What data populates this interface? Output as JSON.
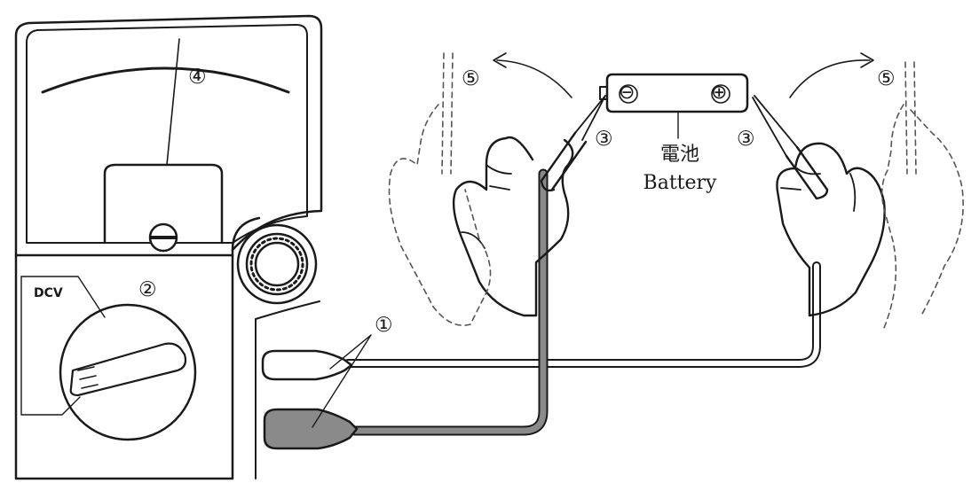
{
  "labels": {
    "range_label": "DCV",
    "probe_connectors": "①",
    "selector_knob": "②",
    "probe_tip_left": "③",
    "probe_tip_right": "③",
    "meter_needle": "④",
    "remove_left": "⑤",
    "remove_right": "⑤",
    "battery_cn": "電池",
    "battery_en": "Battery",
    "negative_terminal": "⊖",
    "positive_terminal": "⊕"
  },
  "colors": {
    "line": "#1a1a1a",
    "black_lead": "#8a8a8a",
    "white_lead": "#ffffff",
    "dashed": "#555555"
  }
}
